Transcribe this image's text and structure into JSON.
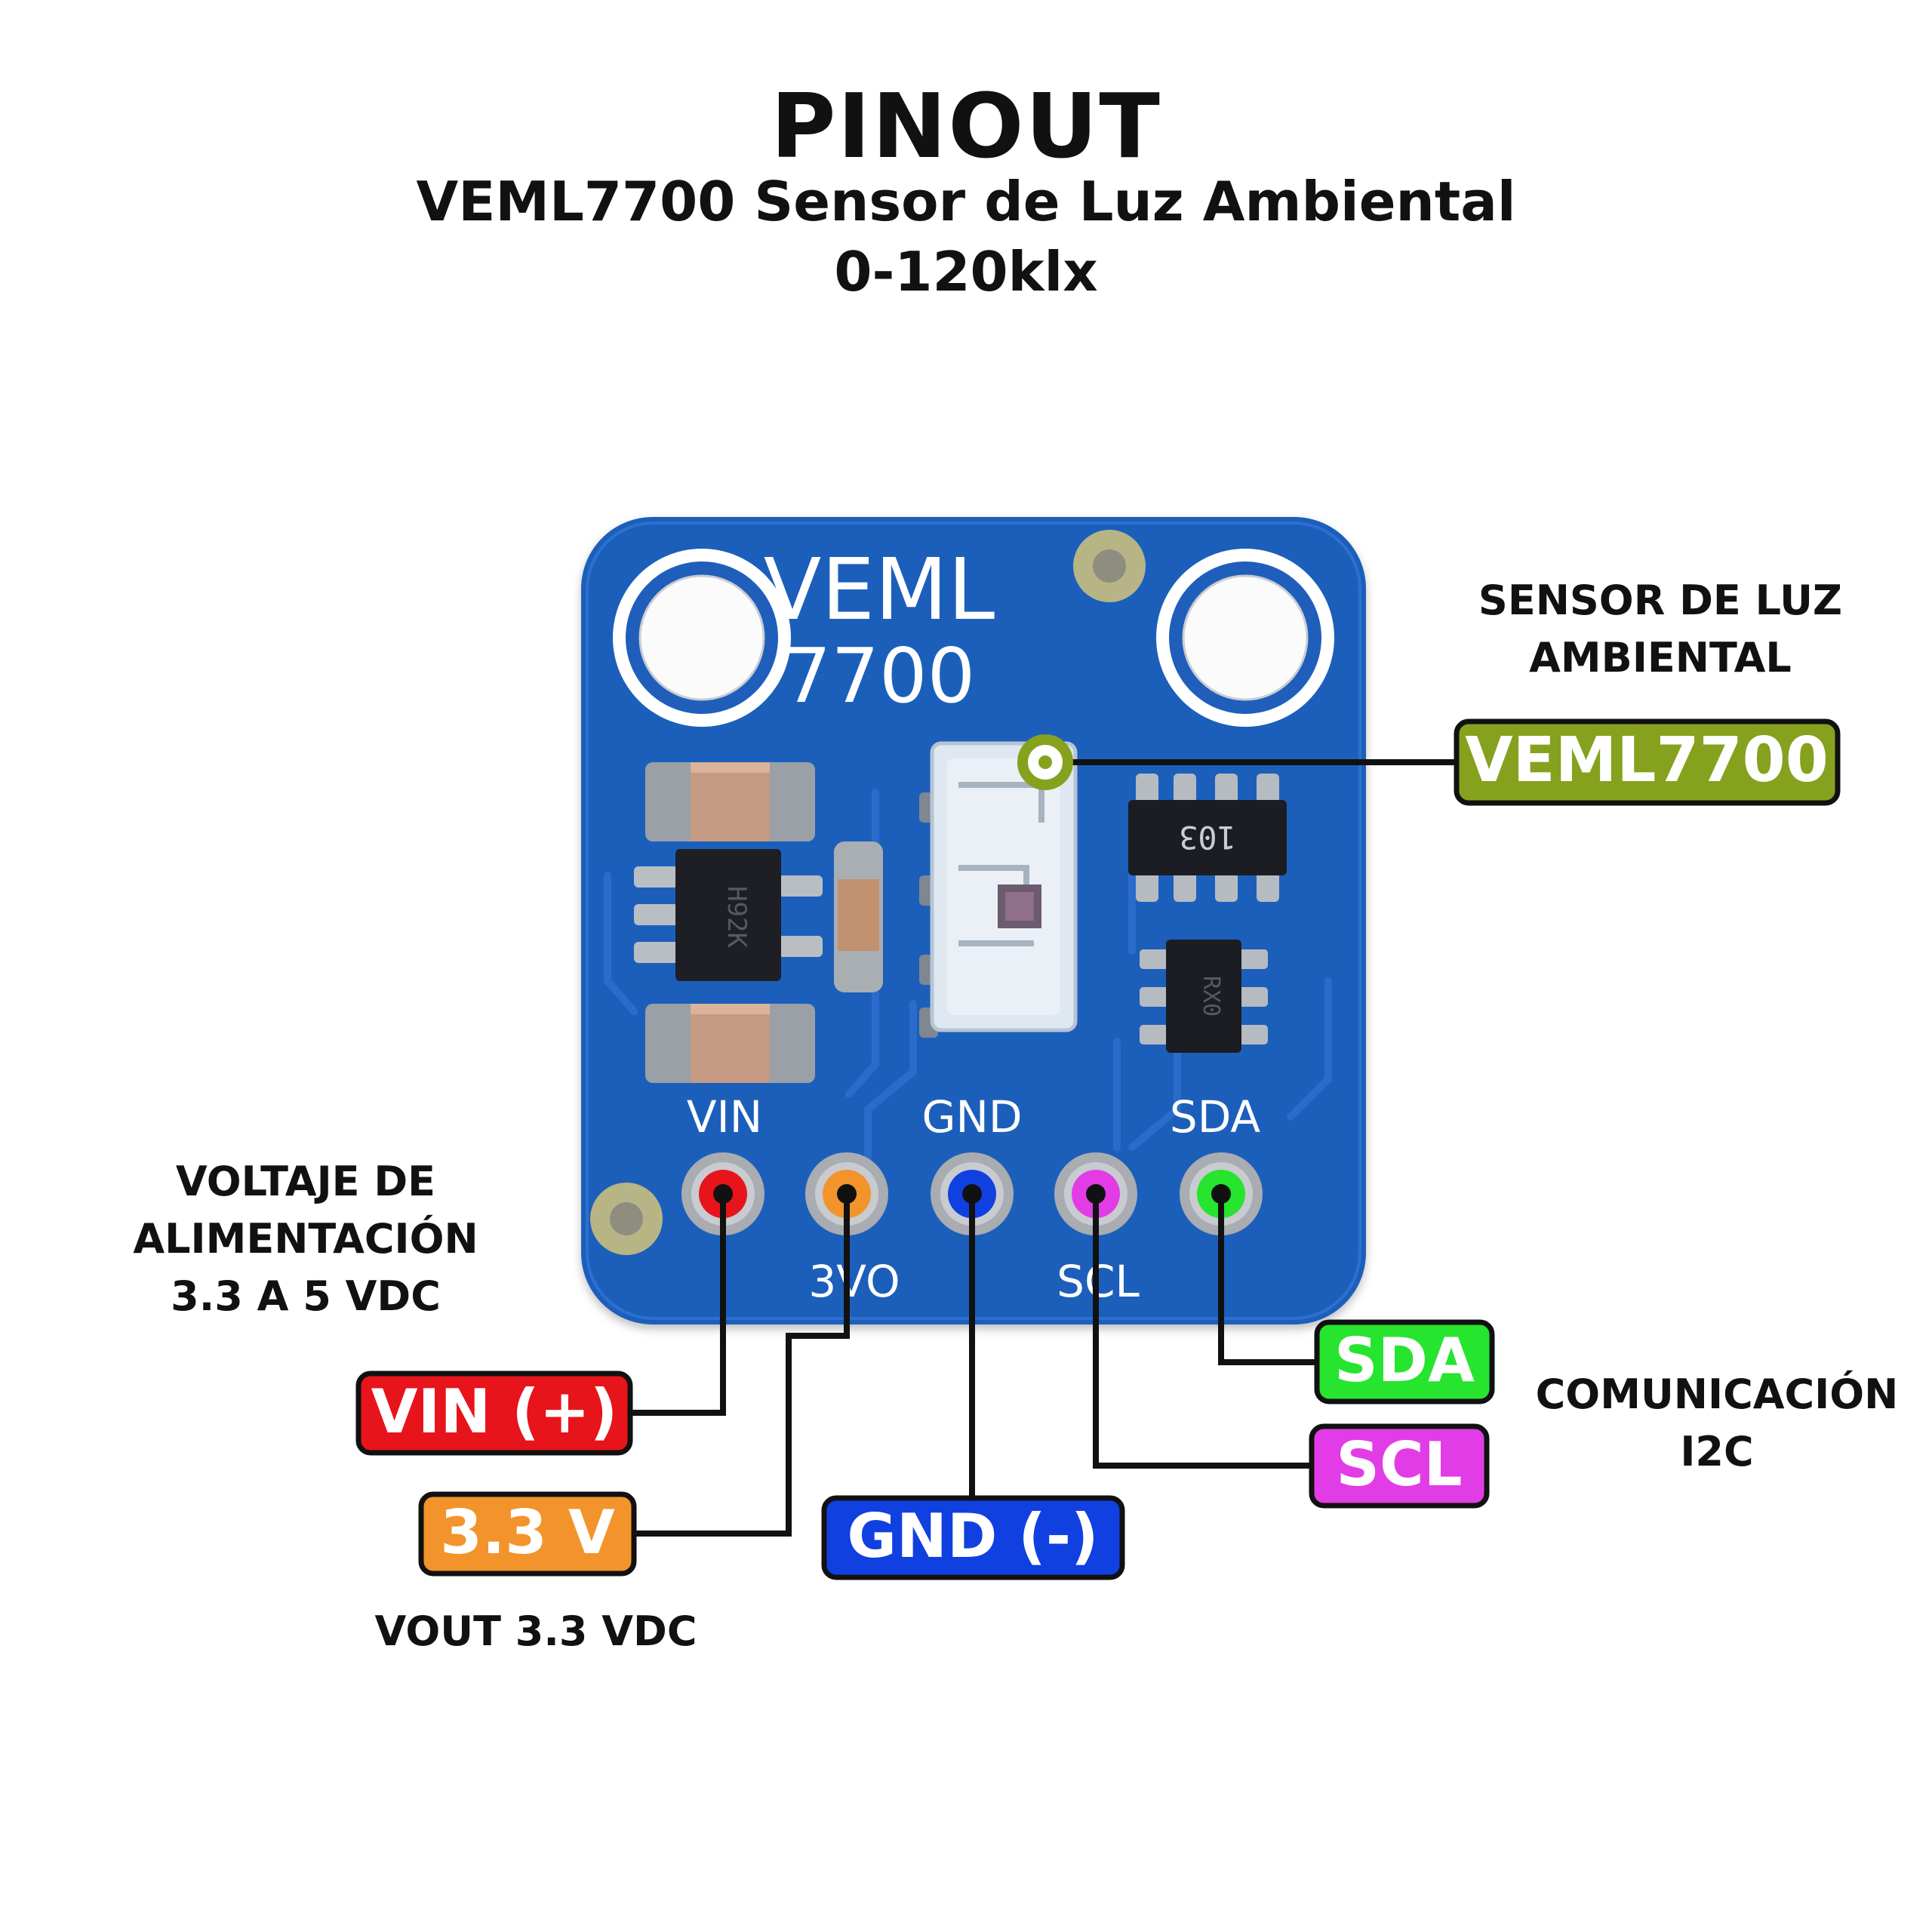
{
  "header": {
    "title": "PINOUT",
    "subtitle": "VEML7700 Sensor de Luz Ambiental",
    "range": "0-120klx"
  },
  "board": {
    "silkscreen_top": [
      "VEML",
      "7700"
    ],
    "pin_labels_top": [
      "VIN",
      "GND",
      "SDA"
    ],
    "pin_labels_bottom": [
      "3VO",
      "SCL"
    ],
    "array_code": "103",
    "regulator_code": "H92K",
    "ic_code": "RX0"
  },
  "notes": {
    "sensor": [
      "SENSOR DE LUZ",
      "AMBIENTAL"
    ],
    "power": [
      "VOLTAJE DE",
      "ALIMENTACIÓN",
      "3.3 A 5 VDC"
    ],
    "i2c": [
      "COMUNICACIÓN",
      "I2C"
    ],
    "vout": [
      "VOUT 3.3 VDC"
    ]
  },
  "tags": {
    "sensor": "VEML7700",
    "vin": "VIN (+)",
    "v33": "3.3 V",
    "gnd": "GND (-)",
    "scl": "SCL",
    "sda": "SDA"
  },
  "colors": {
    "board": "#1f5fbb",
    "vin": "#e8141b",
    "v33": "#f2942b",
    "gnd": "#1140e0",
    "scl": "#e23ce6",
    "sda": "#27e42f",
    "sensor": "#86a11e"
  }
}
